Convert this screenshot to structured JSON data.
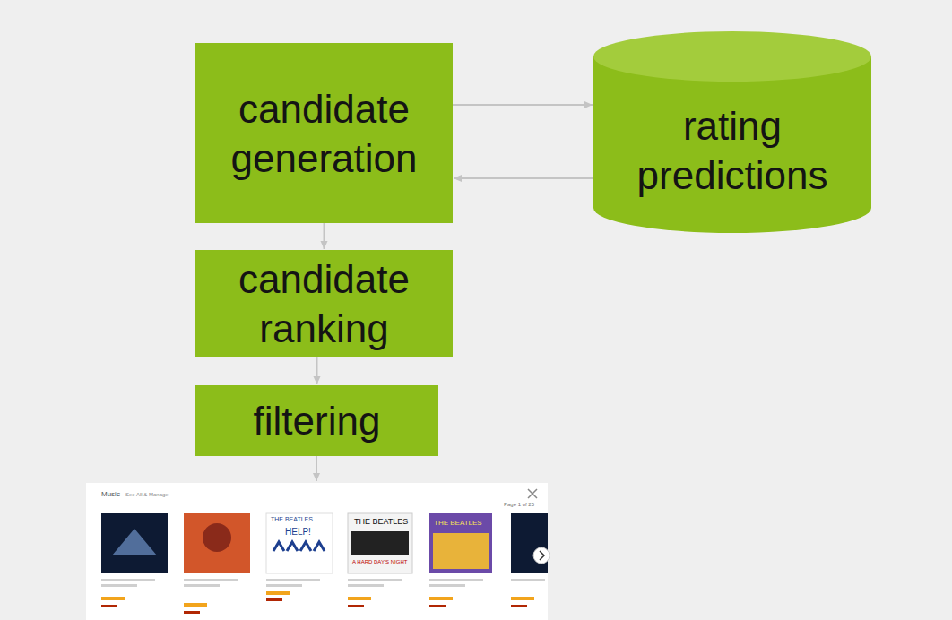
{
  "diagram": {
    "nodes": [
      {
        "text": [
          "candidate generation"
        ]
      },
      {
        "text": [
          "rating predictions"
        ]
      },
      {
        "text": [
          "candidate ranking"
        ]
      },
      {
        "text": [
          "filtering"
        ]
      }
    ],
    "edges": [
      {
        "from": 0,
        "to": 1,
        "arrow": "to"
      },
      {
        "from": 1,
        "to": 0,
        "arrow": "to"
      },
      {
        "from": 0,
        "to": 2,
        "arrow": "to"
      },
      {
        "from": 2,
        "to": 3,
        "arrow": "to"
      }
    ],
    "labels": [
      "Music",
      "See All & Manage",
      "Page 1 of 25",
      "THE BEATLES",
      "HELP!",
      "THE BEATLES",
      "A HARD DAY'S NIGHT",
      "THE BEATLES"
    ]
  }
}
